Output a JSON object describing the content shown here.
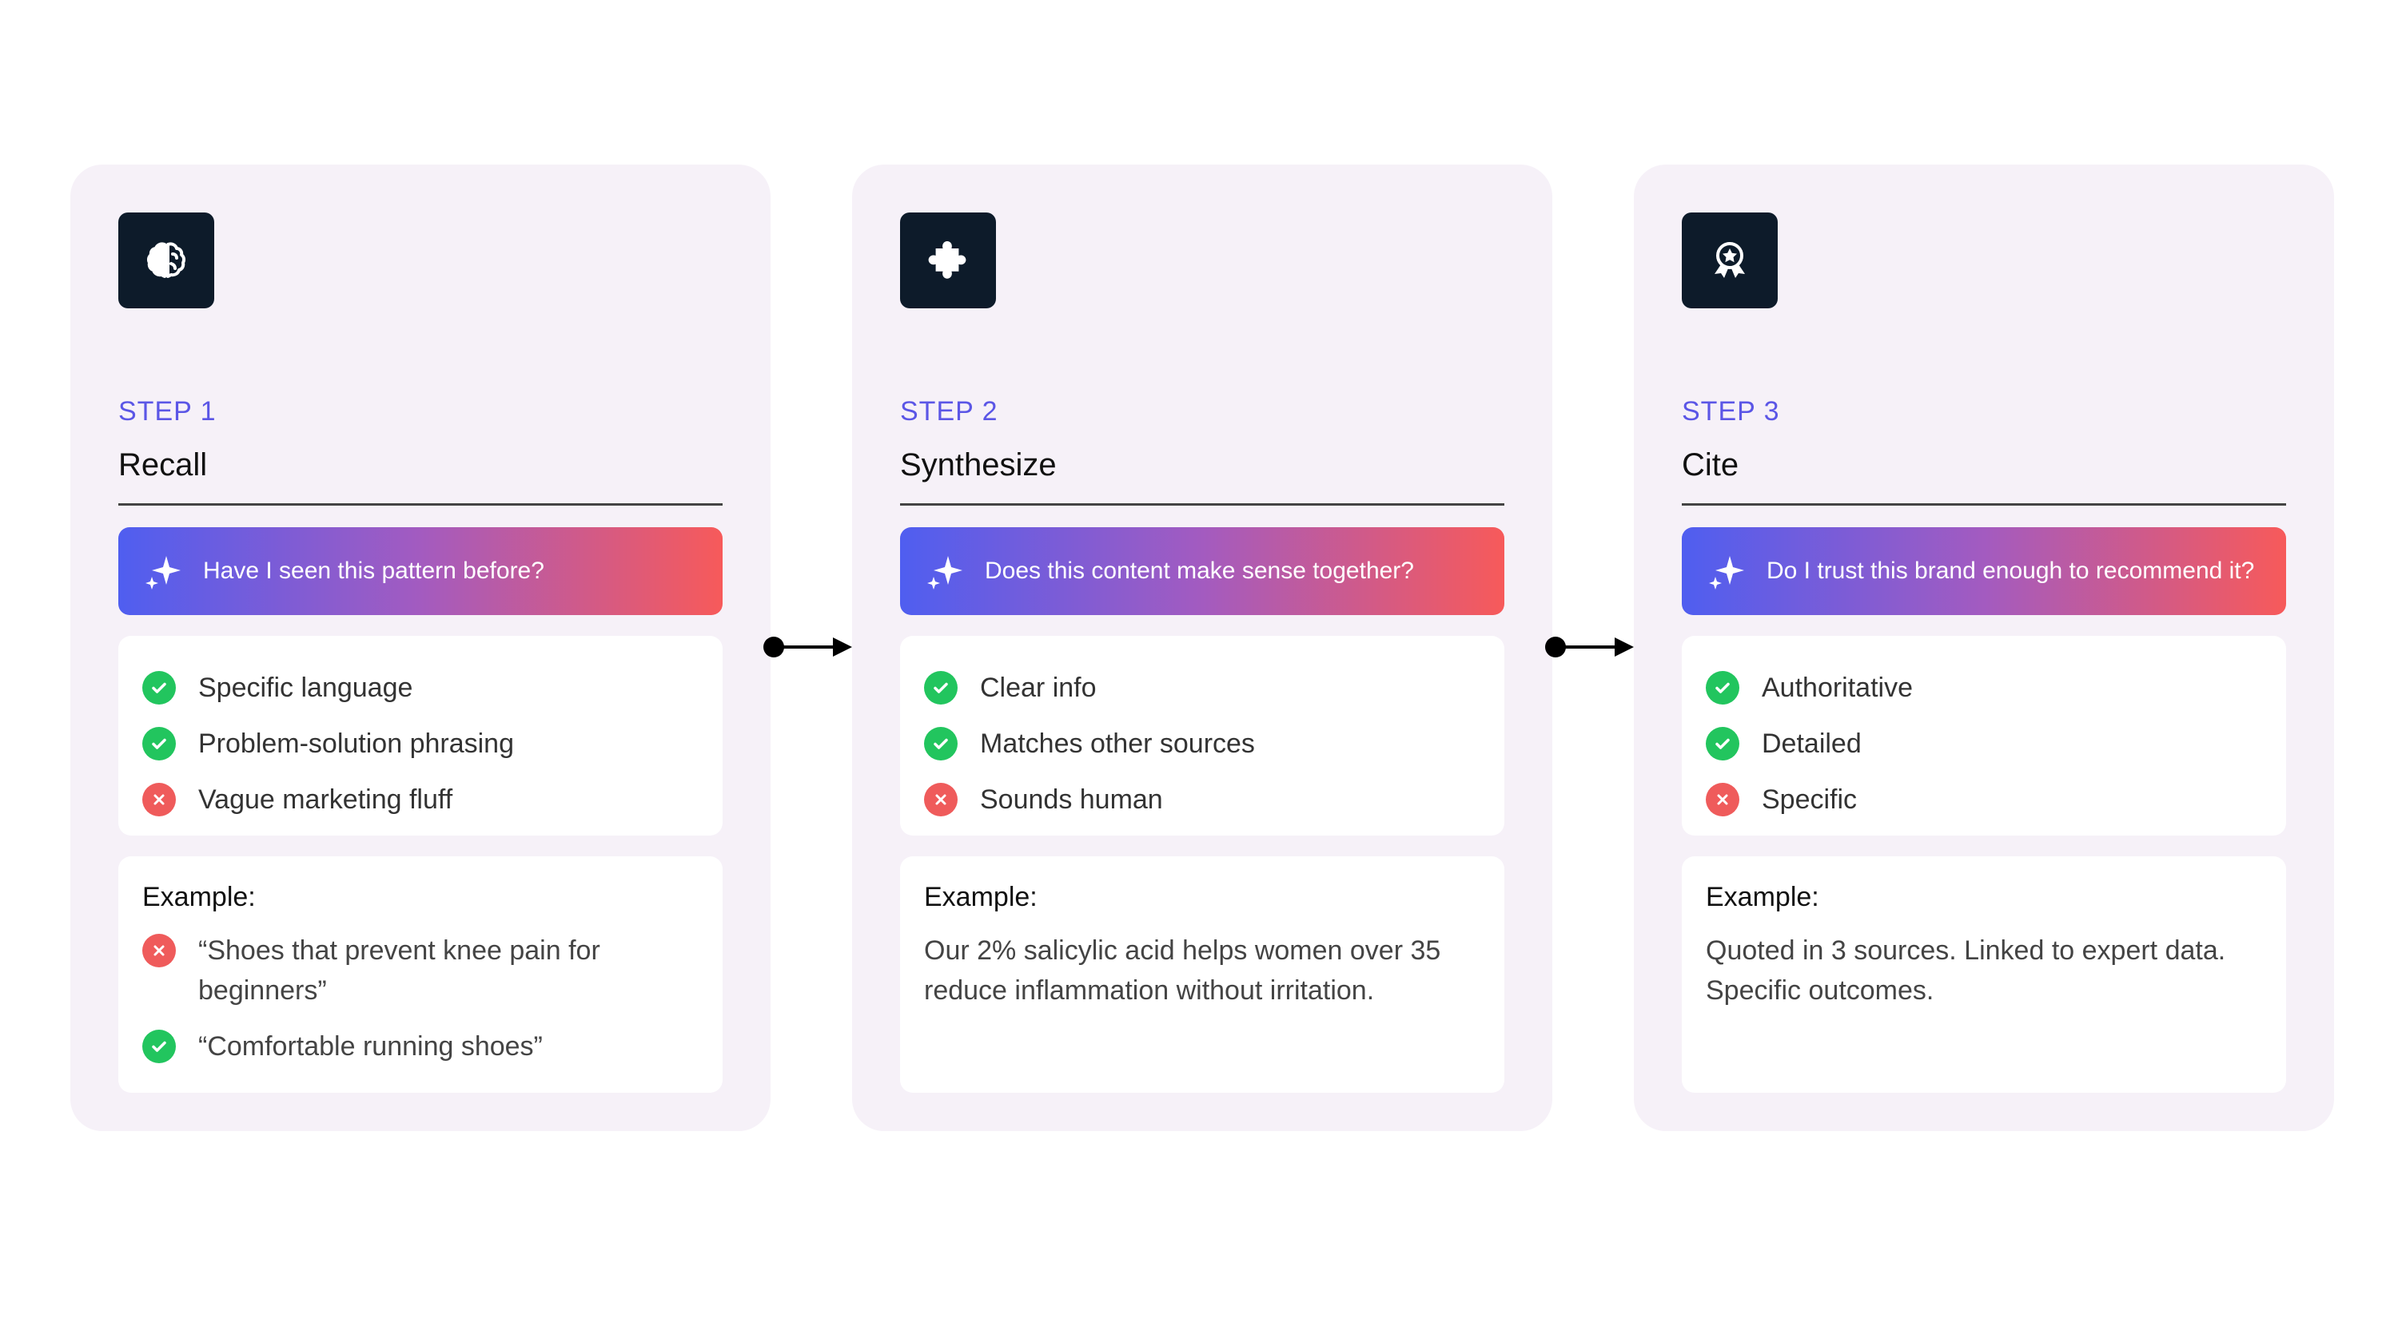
{
  "steps": [
    {
      "step_label": "STEP 1",
      "title": "Recall",
      "icon": "brain-icon",
      "question": "Have I seen this pattern before?",
      "criteria": [
        {
          "text": "Specific language",
          "status": "positive"
        },
        {
          "text": "Problem-solution phrasing",
          "status": "positive"
        },
        {
          "text": "Vague marketing fluff",
          "status": "negative"
        }
      ],
      "example_title": "Example:",
      "example_items": [
        {
          "text": "“Shoes that prevent knee pain for beginners”",
          "status": "negative"
        },
        {
          "text": "“Comfortable running shoes”",
          "status": "positive"
        }
      ]
    },
    {
      "step_label": "STEP 2",
      "title": "Synthesize",
      "icon": "puzzle-icon",
      "question": "Does this content make sense together?",
      "criteria": [
        {
          "text": "Clear info",
          "status": "positive"
        },
        {
          "text": "Matches other sources",
          "status": "positive"
        },
        {
          "text": "Sounds human",
          "status": "negative"
        }
      ],
      "example_title": "Example:",
      "example_text": "Our 2% salicylic acid helps women over 35 reduce inflammation without irritation."
    },
    {
      "step_label": "STEP 3",
      "title": "Cite",
      "icon": "award-badge-icon",
      "question": "Do I trust this brand enough to recommend it?",
      "criteria": [
        {
          "text": "Authoritative",
          "status": "positive"
        },
        {
          "text": "Detailed",
          "status": "positive"
        },
        {
          "text": "Specific",
          "status": "negative"
        }
      ],
      "example_title": "Example:",
      "example_text": "Quoted in 3 sources. Linked to expert data. Specific outcomes."
    }
  ],
  "colors": {
    "card_bg": "#f6f1f8",
    "accent_step": "#5b56e6",
    "icon_box": "#0d1b2a",
    "gradient_start": "#4f5ef0",
    "gradient_end": "#f75a5a",
    "positive": "#22c55e",
    "negative": "#ef5b5b"
  }
}
